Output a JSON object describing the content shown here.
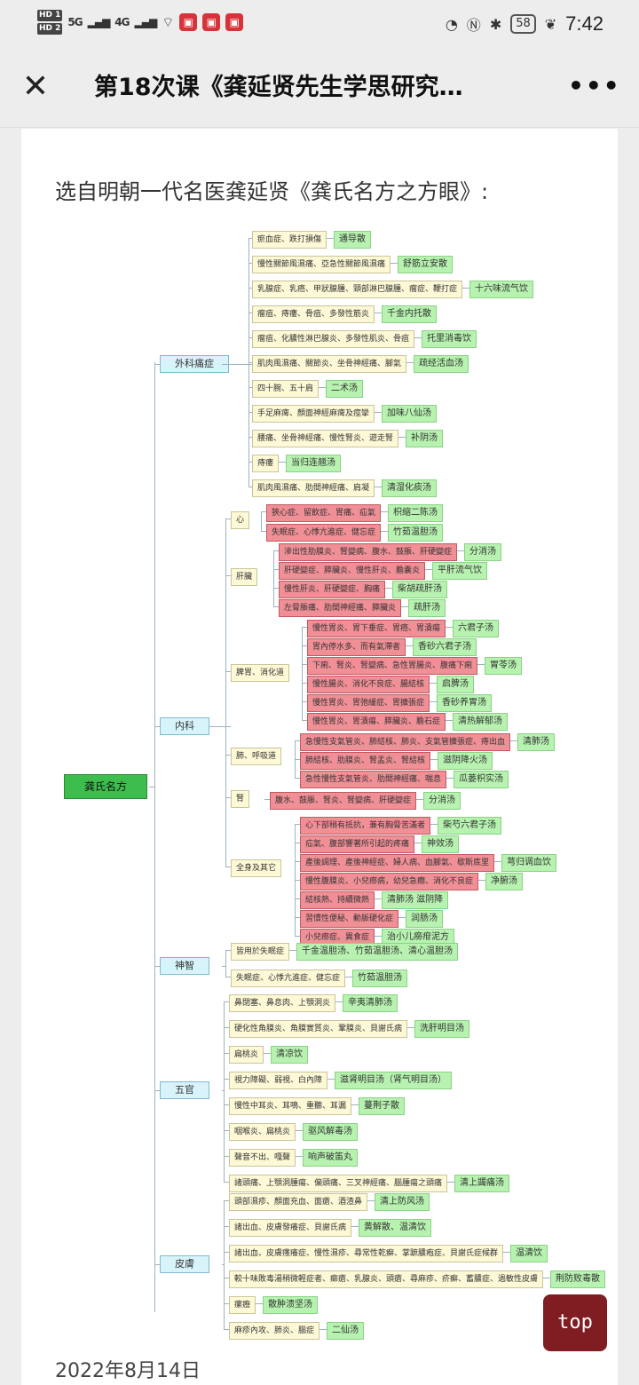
{
  "status_bar": {
    "hd1": "HD 1",
    "hd2": "HD 2",
    "sig1": "5G",
    "sig2": "4G",
    "battery": "58",
    "time": "7:42"
  },
  "nav": {
    "close_icon": "close-icon",
    "title": "第18次课《龚延贤先生学思研究…",
    "more_icon": "more-icon"
  },
  "article": {
    "intro": "选自明朝一代名医龚延贤《龚氏名方之方眼》:",
    "date": "2022年8月14日"
  },
  "mindmap": {
    "root": "龚氏名方",
    "categories": [
      "外科痛症",
      "内科",
      "神智",
      "五官",
      "皮膚"
    ],
    "sub_categories": [
      "心",
      "肝臟",
      "脾胃、消化道",
      "肺、呼吸道",
      "腎",
      "全身及其它"
    ],
    "outer": [
      [
        "瘀血症、跌打損傷",
        "通导散"
      ],
      [
        "慢性關節風濕痛、亞急性關節風濕痛",
        "舒筋立安散"
      ],
      [
        "乳腺症、乳癌、甲狀腺腫、頸部淋巴腺腫、瘤症、鞭打症",
        "十六味流气饮"
      ],
      [
        "瘤疽、痔瘻、骨疽、多發性筋炎",
        "千金内托散"
      ],
      [
        "瘤疽、化膿性淋巴腺炎、多發性肌炎、骨疽",
        "托里消毒饮"
      ],
      [
        "肌肉風濕痛、關節炎、坐骨神經痛、腳氣",
        "疏经活血汤"
      ],
      [
        "四十腕、五十肩",
        "二术汤"
      ],
      [
        "手足麻痺、顏面神經麻痺及痙攣",
        "加味八仙汤"
      ],
      [
        "腰痛、坐骨神經痛、慢性腎炎、遊走腎",
        "补阴汤"
      ],
      [
        "痔瘻",
        "当归连翘汤"
      ],
      [
        "肌肉風濕痛、肋間神經痛、肩凝",
        "清湿化痰汤"
      ]
    ],
    "heart": [
      [
        "狹心症、留飲症、胃痛、疝氣",
        "枳缩二陈汤"
      ],
      [
        "失眠症、心悸亢進症、健忘症",
        "竹茹温胆汤"
      ]
    ],
    "liver": [
      [
        "滲出性肋膜炎、腎變病、腹水、鼓脹、肝硬變症",
        "分消汤"
      ],
      [
        "肝硬變症、膵臟炎、慢性肝炎、膽囊炎",
        "平肝流气饮"
      ],
      [
        "慢性肝炎、肝硬變症、胸痛",
        "柴胡疏肝汤"
      ],
      [
        "左脅脹痛、肋間神經痛、膵臟炎",
        "疏肝汤"
      ]
    ],
    "stomach": [
      [
        "慢性胃炎、胃下垂症、胃癌、胃潰瘍",
        "六君子汤"
      ],
      [
        "胃內停水多、而有氣滯者",
        "香砂六君子汤"
      ],
      [
        "下痢、腎炎、腎變病、急性胃腸炎、腹痛下痢",
        "胃苓汤"
      ],
      [
        "慢性腸炎、消化不良症、腸結核",
        "启脾汤"
      ],
      [
        "慢性胃炎、胃弛緩症、胃擴張症",
        "香砂养胃汤"
      ],
      [
        "慢性胃炎、胃潰瘍、膵臟炎、膽石症",
        "清热解郁汤"
      ]
    ],
    "lung": [
      [
        "急慢性支氣管炎、肺結核、肺炎、支氣管擴張症、痔出血",
        "清肺汤"
      ],
      [
        "肺結核、肋膜炎、腎盂炎、腎結核",
        "滋阴降火汤"
      ],
      [
        "急性慢性支氣管炎、肋間神經痛、喘息",
        "瓜蒌枳实汤"
      ]
    ],
    "kidney": [
      [
        "腹水、鼓脹、腎炎、腎變病、肝硬變症",
        "分消汤"
      ]
    ],
    "general": [
      [
        "心下部稍有抵抗，兼有胸脅苦滿者",
        "柴芍六君子汤"
      ],
      [
        "疝氣、腹部響著所引起的疼痛",
        "神效汤"
      ],
      [
        "產後調理、產後神經症、婦人病、血腳氣、歇斯底里",
        "芎归调血饮"
      ],
      [
        "慢性腹膜炎、小兒癆病，幼兒急癇、消化不良症",
        "净腑汤"
      ],
      [
        "結核熱、持續微熱",
        "清肺汤 滋阴降"
      ],
      [
        "習慣性便秘、動脈硬化症",
        "润肠汤"
      ],
      [
        "小兒癆症、異食症",
        "治小儿癆疳泥方"
      ]
    ],
    "mind": [
      [
        "皆用於失眠症",
        "千金温胆汤、竹茹温胆汤、清心温胆汤"
      ],
      [
        "失眠症、心悸亢進症、健忘症",
        "竹茹温胆汤"
      ]
    ],
    "senses": [
      [
        "鼻閉塞、鼻息肉、上顎洞炎",
        "辛夷清肺汤"
      ],
      [
        "硬化性角膜炎、角膜實質炎、鞏膜炎、貝謝氏病",
        "洗肝明目汤"
      ],
      [
        "扁桃炎",
        "清凉饮"
      ],
      [
        "視力障礙、弱視、白內障",
        "滋肾明目汤（肾气明目汤）"
      ],
      [
        "慢性中耳炎、耳鳴、重聽、耳漏",
        "蔓荆子散"
      ],
      [
        "咽喉炎、扁桃炎",
        "驱风解毒汤"
      ],
      [
        "聲音不出、嘎聲",
        "响声破笛丸"
      ],
      [
        "諸頭痛、上顎洞腫瘍、偏頭痛、三叉神經痛、腦腫瘍之頭痛",
        "清上蠲痛汤"
      ]
    ],
    "skin": [
      [
        "頭部濕疹、顏面充血、面瘡、酒渣鼻",
        "清上防风汤"
      ],
      [
        "諸出血、皮膚發癢症、貝謝氏病",
        "黄解散、温清饮"
      ],
      [
        "諸出血、皮膚瘙癢症、慢性濕疹、尋常性乾癬、掌蹠膿疱症、貝謝氏症候群",
        "温清饮"
      ],
      [
        "較十味敗毒湯稍微輕症者、癤瘡、乳腺炎、頭瘡、尋麻疹、疥癬、蓄膿症、過敏性皮膚",
        "荆防败毒散"
      ],
      [
        "瘰癧",
        "散肿溃坚汤"
      ],
      [
        "麻疹內攻、肺炎、腦症",
        "二仙汤"
      ]
    ]
  },
  "top_button": {
    "label": "top"
  }
}
